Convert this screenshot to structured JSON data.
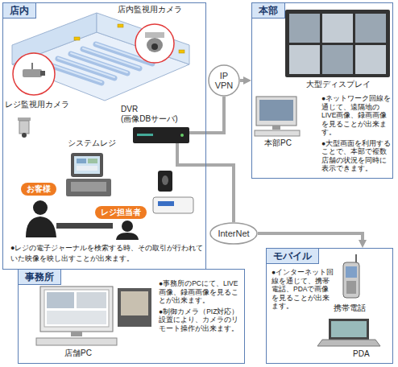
{
  "diagram": {
    "nodes": [
      {
        "text": [
          "店内",
          "●レジの電子ジャーナルを検索する時、その取引が行われていた映像を映し出すことが出来ます。"
        ]
      },
      {
        "text": [
          "お客様"
        ],
        "in": 0
      },
      {
        "text": [
          "レジ担当者"
        ],
        "in": 0
      },
      {
        "text": [
          "IP VPN"
        ]
      },
      {
        "text": [
          "本部",
          "●ネットワーク回線を通じて、遠隔地のLIVE画像、録画画像を見ることが出来ます。",
          "●大型画面を利用することで、本部で複数店舗の状況を同時に表示できます。"
        ]
      },
      {
        "text": [
          "InterNet"
        ]
      },
      {
        "text": [
          "事務所",
          "●事務所のPCにて、LIVE画像、録画画像を見ることが出来ます。",
          "●制御カメラ（PIZ対応）設置により、カメラのリモート操作が出来ます。"
        ]
      },
      {
        "text": [
          "モバイル",
          "●インターネット回線を通じて、携帯電話、PDAで画像を見ることが出来ます。"
        ]
      }
    ],
    "edges": [
      {
        "from": 0,
        "to": 3,
        "arrow": "none"
      },
      {
        "from": 3,
        "to": 4,
        "arrow": "to"
      },
      {
        "from": 0,
        "to": 5,
        "arrow": "none"
      },
      {
        "from": 5,
        "to": 7,
        "arrow": "to"
      }
    ],
    "labels": [
      "店内監視用カメラ",
      "レジ監視用カメラ",
      "DVR (画像DBサーバ)",
      "システムレジ",
      "大型ディスプレイ",
      "本部PC",
      "携帯電話",
      "PDA",
      "店舗PC"
    ]
  }
}
